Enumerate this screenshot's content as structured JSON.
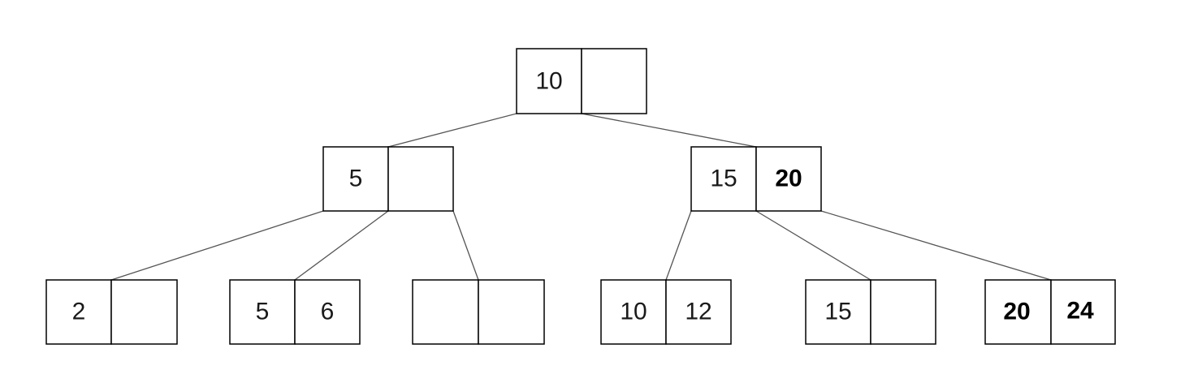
{
  "nodes": [
    {
      "id": "root",
      "keys": [
        "10",
        ""
      ]
    },
    {
      "id": "internal-left",
      "keys": [
        "5",
        ""
      ]
    },
    {
      "id": "internal-right",
      "keys": [
        "15",
        "20"
      ],
      "bold_keys": [
        false,
        true
      ]
    },
    {
      "id": "leaf-1",
      "keys": [
        "2",
        ""
      ]
    },
    {
      "id": "leaf-2",
      "keys": [
        "5",
        "6"
      ]
    },
    {
      "id": "leaf-3",
      "keys": [
        "",
        ""
      ]
    },
    {
      "id": "leaf-4",
      "keys": [
        "10",
        "12"
      ]
    },
    {
      "id": "leaf-5",
      "keys": [
        "15",
        ""
      ]
    },
    {
      "id": "leaf-6",
      "keys": [
        "20",
        "24"
      ],
      "bold_keys": [
        true,
        true
      ]
    }
  ],
  "edges": [
    {
      "from": "root",
      "to": "internal-left"
    },
    {
      "from": "root",
      "to": "internal-right"
    },
    {
      "from": "internal-left",
      "to": "leaf-1"
    },
    {
      "from": "internal-left",
      "to": "leaf-2"
    },
    {
      "from": "internal-left",
      "to": "leaf-3"
    },
    {
      "from": "internal-right",
      "to": "leaf-4"
    },
    {
      "from": "internal-right",
      "to": "leaf-5"
    },
    {
      "from": "internal-right",
      "to": "leaf-6"
    }
  ],
  "colors": {
    "border": "#000000",
    "edge": "#555555",
    "text": "#1a1a1a"
  }
}
